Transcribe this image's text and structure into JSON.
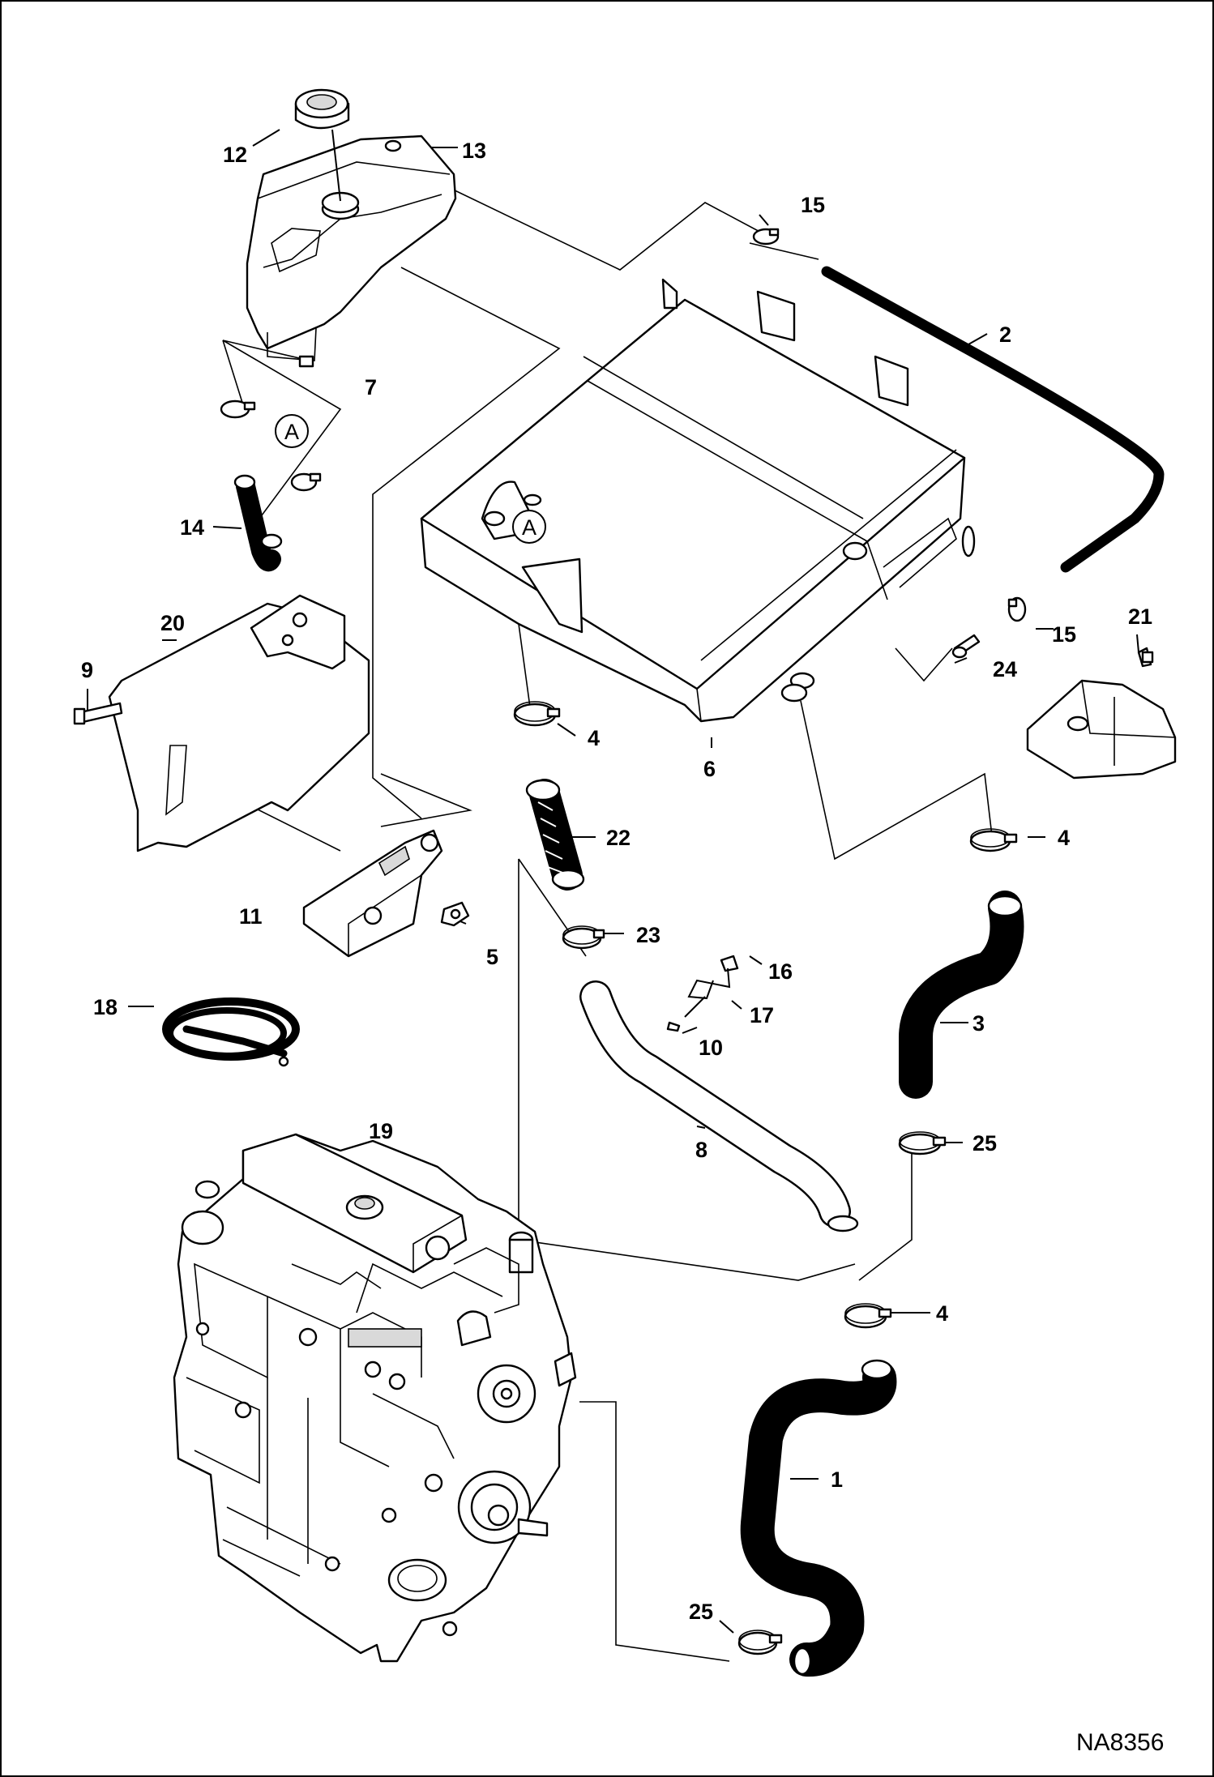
{
  "diagram": {
    "drawing_id": "NA8356",
    "detail_marker": "A",
    "callouts": [
      {
        "key": "c12",
        "label": "12"
      },
      {
        "key": "c13",
        "label": "13"
      },
      {
        "key": "c15a",
        "label": "15"
      },
      {
        "key": "c2",
        "label": "2"
      },
      {
        "key": "c7",
        "label": "7"
      },
      {
        "key": "c14",
        "label": "14"
      },
      {
        "key": "c20",
        "label": "20"
      },
      {
        "key": "c9",
        "label": "9"
      },
      {
        "key": "c21",
        "label": "21"
      },
      {
        "key": "c15b",
        "label": "15"
      },
      {
        "key": "c24",
        "label": "24"
      },
      {
        "key": "c4a",
        "label": "4"
      },
      {
        "key": "c6",
        "label": "6"
      },
      {
        "key": "c22",
        "label": "22"
      },
      {
        "key": "c4b",
        "label": "4"
      },
      {
        "key": "c11",
        "label": "11"
      },
      {
        "key": "c5",
        "label": "5"
      },
      {
        "key": "c23",
        "label": "23"
      },
      {
        "key": "c16",
        "label": "16"
      },
      {
        "key": "c17",
        "label": "17"
      },
      {
        "key": "c10",
        "label": "10"
      },
      {
        "key": "c18",
        "label": "18"
      },
      {
        "key": "c3",
        "label": "3"
      },
      {
        "key": "c19",
        "label": "19"
      },
      {
        "key": "c8",
        "label": "8"
      },
      {
        "key": "c25a",
        "label": "25"
      },
      {
        "key": "c4c",
        "label": "4"
      },
      {
        "key": "c1",
        "label": "1"
      },
      {
        "key": "c25b",
        "label": "25"
      }
    ]
  }
}
